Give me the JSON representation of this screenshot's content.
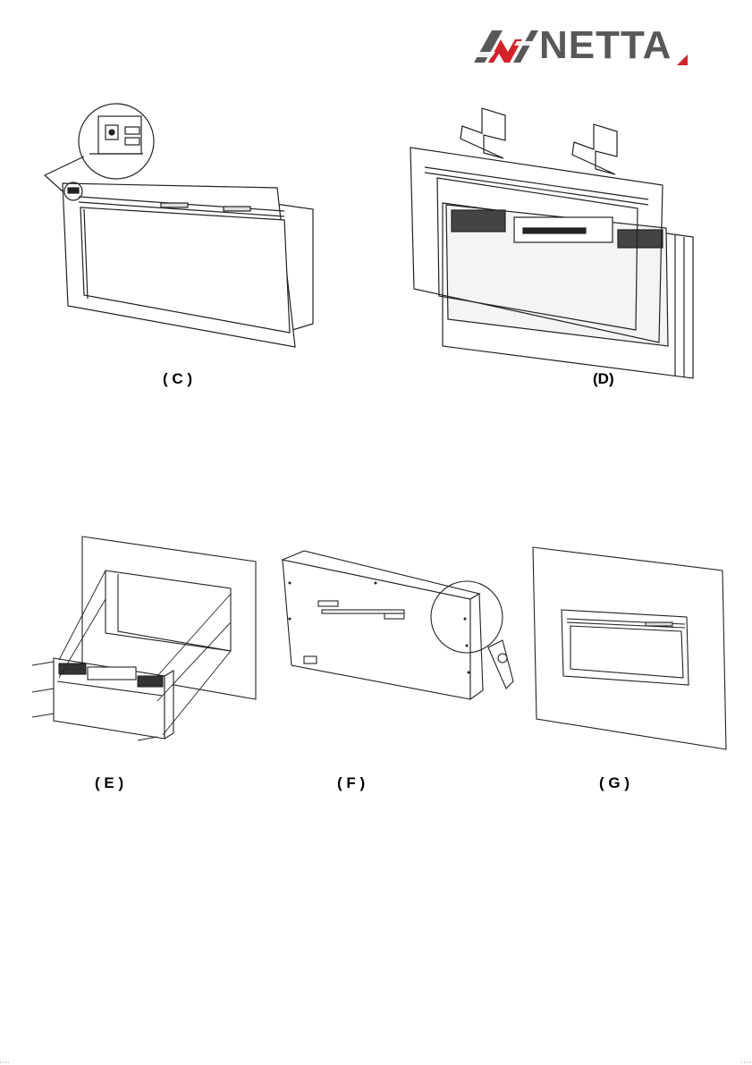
{
  "header": {
    "brand": "NETTA",
    "brand_text_color": "#58585a",
    "brand_accent_color": "#d2232a",
    "logo_icon": "netta-stripe-logo-icon"
  },
  "figures": [
    {
      "id": "C",
      "caption": "( C )",
      "depicts": "fireplace-front-with-detail-callout"
    },
    {
      "id": "D",
      "caption": "(D)",
      "depicts": "front-frame-lifting-off"
    },
    {
      "id": "E",
      "caption": "( E )",
      "depicts": "insert-into-wall-cavity"
    },
    {
      "id": "F",
      "caption": "( F )",
      "depicts": "rear-view-bracket-detail"
    },
    {
      "id": "G",
      "caption": "( G )",
      "depicts": "installed-in-wall"
    }
  ],
  "colors": {
    "line": "#222222",
    "frame_fill": "#ffffff",
    "panel_fill": "#f4f4f4",
    "grille_fill": "#333333"
  }
}
